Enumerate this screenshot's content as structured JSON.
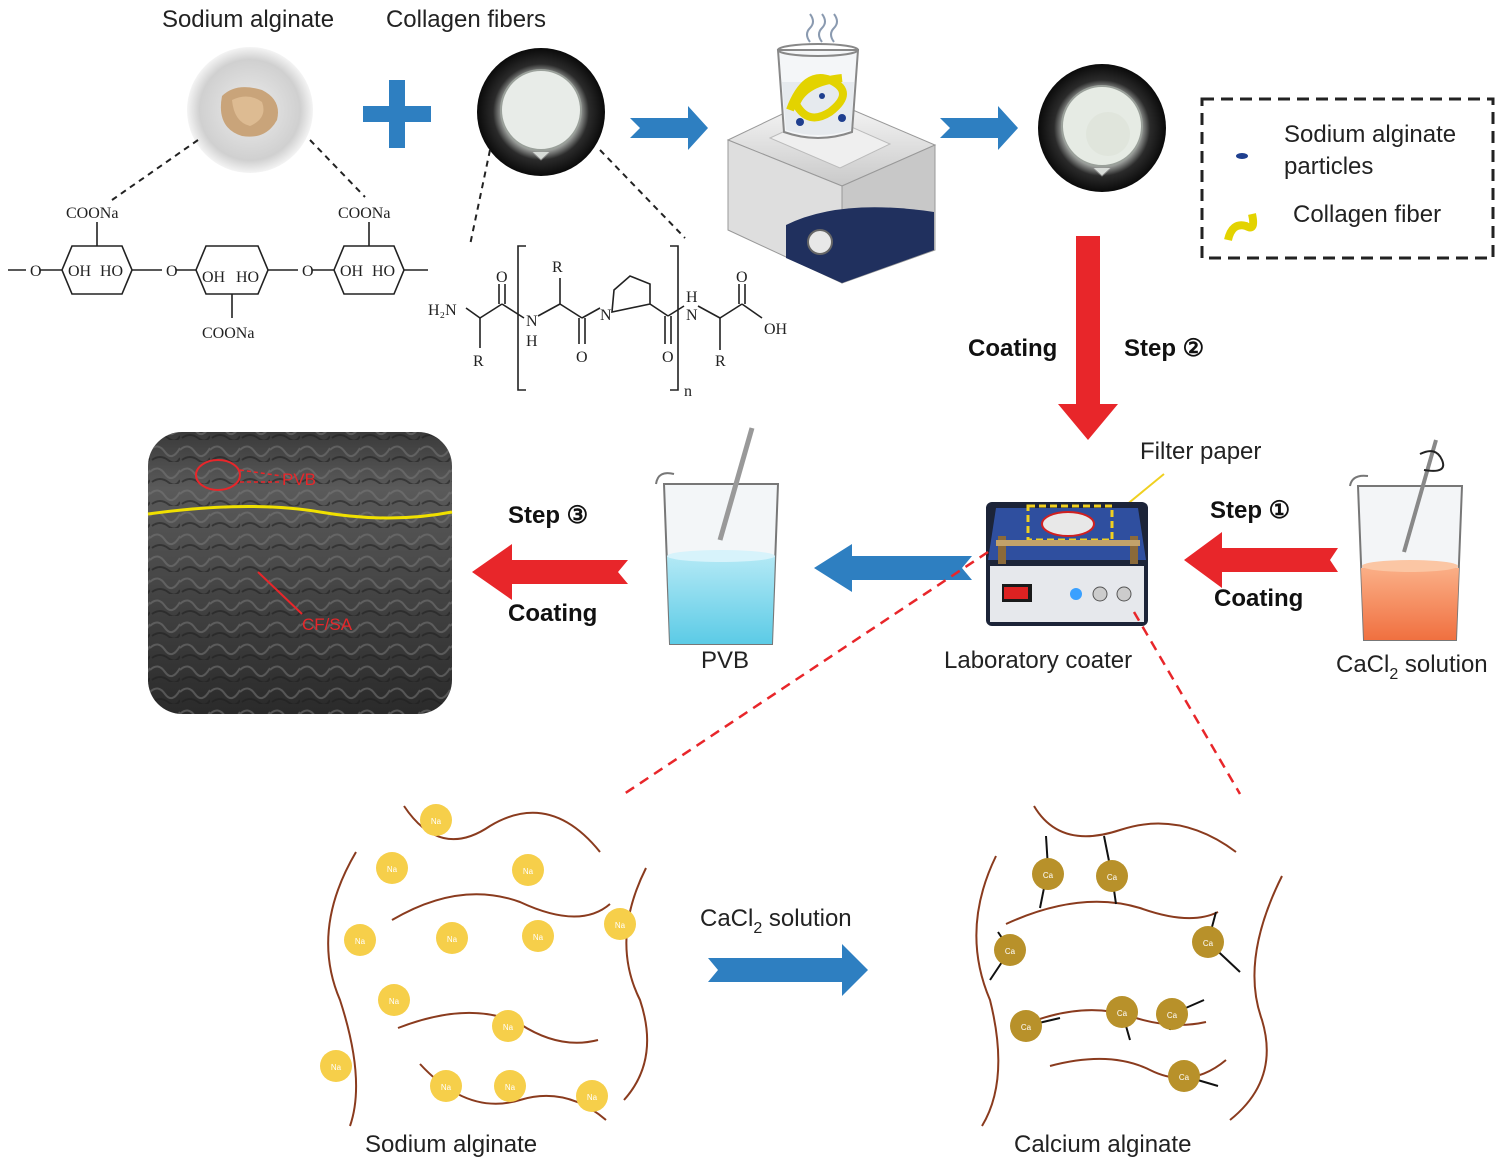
{
  "labels": {
    "sodium_alginate_top": "Sodium alginate",
    "collagen_fibers": "Collagen fibers",
    "legend_particles_line1": "Sodium alginate",
    "legend_particles_line2": "particles",
    "legend_fiber": "Collagen fiber",
    "coating_step2": "Coating",
    "step2": "Step ②",
    "filter_paper": "Filter paper",
    "step1": "Step ①",
    "coating_step1": "Coating",
    "step3": "Step ③",
    "coating_step3": "Coating",
    "pvb": "PVB",
    "lab_coater": "Laboratory coater",
    "cacl2_base": "CaCl",
    "cacl2_sub": "2",
    "cacl2_suffix": " solution",
    "sem_pvb": "PVB",
    "sem_cfsa": "CF/SA",
    "bottom_cacl2_base": "CaCl",
    "bottom_cacl2_sub": "2",
    "bottom_cacl2_suffix": " solution",
    "sodium_alginate_bottom": "Sodium alginate",
    "calcium_alginate": "Calcium alginate"
  },
  "chem": {
    "coona_1": "COONa",
    "coona_2": "COONa",
    "coona_3": "COONa",
    "oh_1": "OH",
    "ho_1": "HO",
    "oh_2": "OH",
    "ho_2": "HO",
    "oh_3": "OH",
    "ho_3": "HO",
    "o_1": "O",
    "o_2": "O",
    "o_3": "O",
    "h2n": "H₂N",
    "r_1": "R",
    "r_2": "R",
    "r_3": "R",
    "o_c1": "O",
    "o_c2": "O",
    "o_c3": "O",
    "o_c4": "O",
    "nh_1": "N",
    "nh_1h": "H",
    "n_ring": "N",
    "nh_2h": "H",
    "nh_2": "N",
    "oh_acid": "OH",
    "subscript_n": "n"
  },
  "ions": {
    "na": "Na",
    "ca": "Ca"
  },
  "colors": {
    "blue_arrow": "#2e7fc1",
    "red_arrow": "#e8262a",
    "na_ion": "#f6cf4a",
    "ca_ion": "#b8912a",
    "chain": "#8a3b1e",
    "sem_yellow": "#f0e000"
  },
  "icons": [
    "sodium-alginate-powder-icon",
    "plus-icon",
    "collagen-beaker-icon",
    "hotplate-stirrer-icon",
    "mixed-solution-beaker-icon",
    "laboratory-coater-icon",
    "cacl2-beaker-icon",
    "pvb-beaker-icon",
    "sem-image-icon"
  ]
}
